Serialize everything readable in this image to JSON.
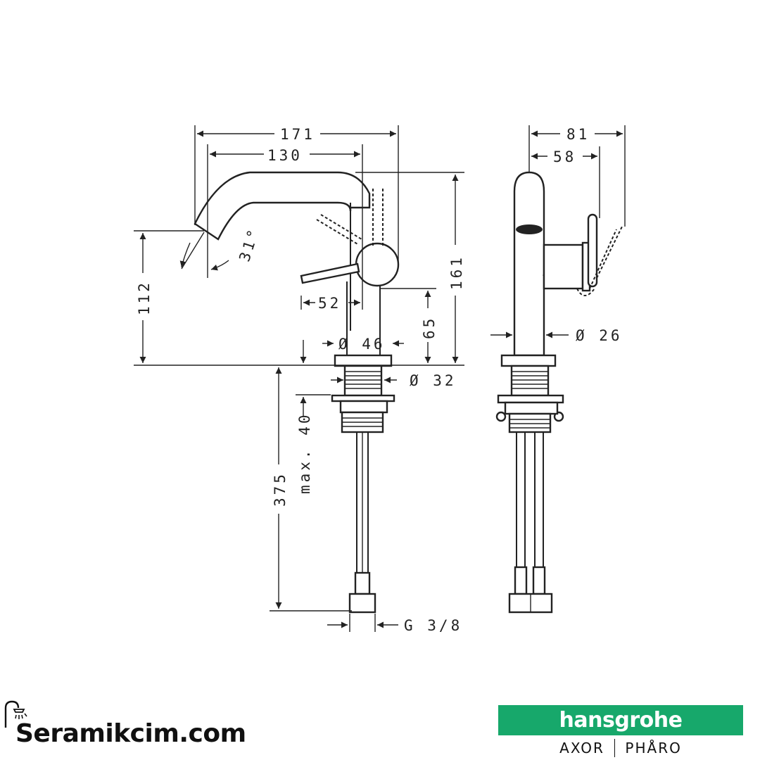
{
  "dimensions": {
    "overall_projection": "171",
    "spout_reach": "130",
    "spout_angle": "31°",
    "spout_height": "112",
    "lever_offset": "52",
    "total_height": "161",
    "handle_height": "65",
    "base_diameter": "Ø 46",
    "shank_diameter": "Ø 32",
    "max_deck_thickness": "max. 40",
    "hose_length": "375",
    "connection_thread": "G 3/8",
    "side_depth_total": "81",
    "side_depth_body": "58",
    "body_diameter": "Ø 26"
  },
  "footer": {
    "website": "Seramikcim.com",
    "brand": "hansgrohe",
    "sub_brand_left": "AXOR",
    "sub_brand_right": "PHÅRO"
  },
  "icons": {
    "site_logo": "shower-icon"
  }
}
